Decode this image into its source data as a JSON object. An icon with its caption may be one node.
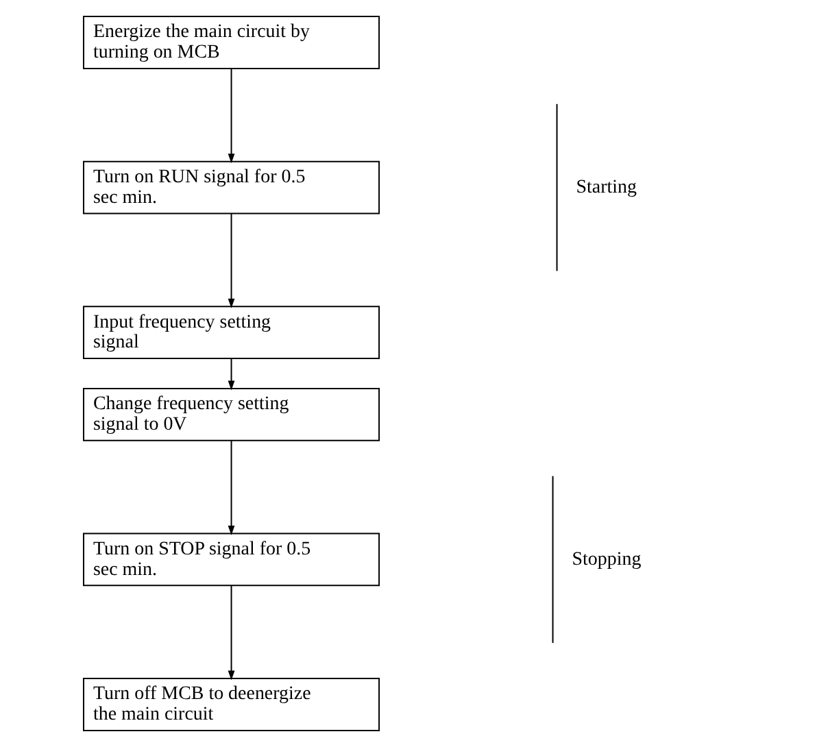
{
  "diagram": {
    "nodes": [
      {
        "text": [
          "Energize the main circuit by turning on MCB"
        ]
      },
      {
        "text": [
          "Turn on RUN signal for 0.5 sec min."
        ]
      },
      {
        "text": [
          "Input frequency setting signal"
        ]
      },
      {
        "text": [
          "Change frequency setting signal to 0V"
        ]
      },
      {
        "text": [
          "Turn on STOP signal for 0.5 sec min."
        ]
      },
      {
        "text": [
          "Turn off MCB to deenergize the main circuit"
        ]
      }
    ],
    "edges": [
      {
        "from": 0,
        "to": 1,
        "arrow": "to"
      },
      {
        "from": 1,
        "to": 2,
        "arrow": "to"
      },
      {
        "from": 2,
        "to": 3,
        "arrow": "to"
      },
      {
        "from": 3,
        "to": 4,
        "arrow": "to"
      },
      {
        "from": 4,
        "to": 5,
        "arrow": "to"
      }
    ],
    "labels": [
      "Starting",
      "Stopping"
    ]
  }
}
